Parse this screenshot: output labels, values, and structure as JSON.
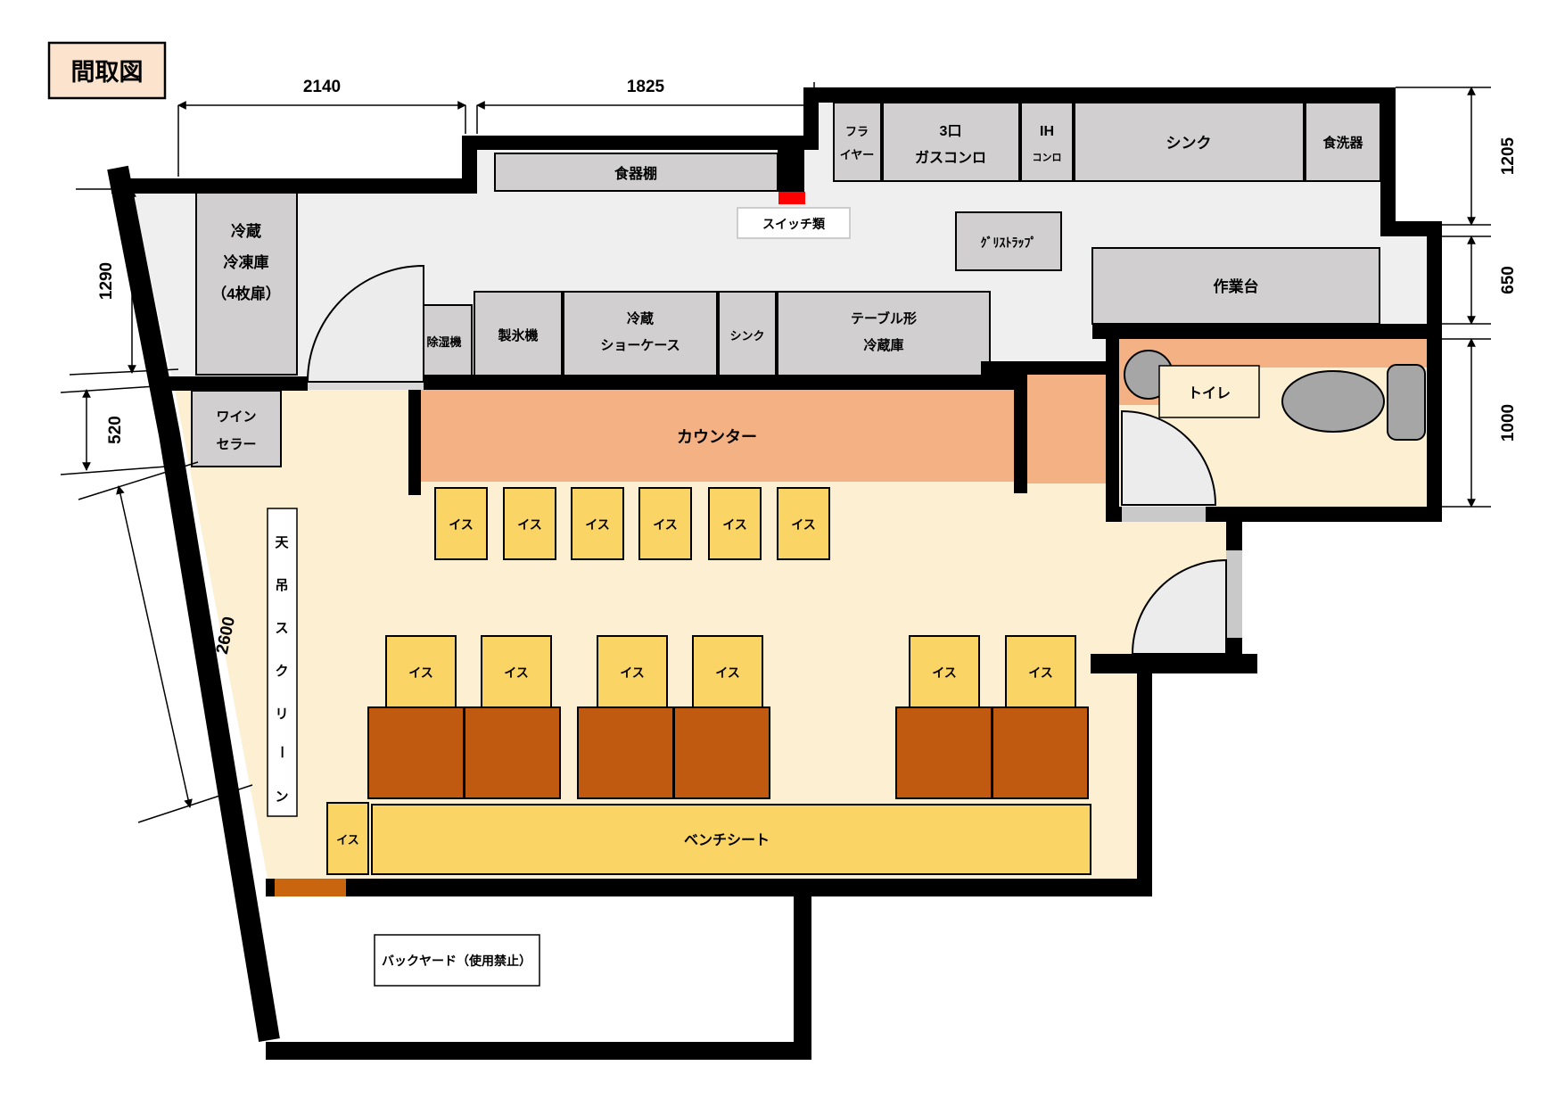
{
  "title": "間取図",
  "kitchen": {
    "cupboard": "食器棚",
    "fryer": [
      "フラ",
      "イヤー"
    ],
    "gas_stove": [
      "3口",
      "ガスコンロ"
    ],
    "ih_stove": [
      "IH",
      "コンロ"
    ],
    "sink": "シンク",
    "dishwasher": "食洗器",
    "switches": "スイッチ類",
    "grease_trap": "ｸﾞﾘｽﾄﾗｯﾌﾟ",
    "work_table": "作業台",
    "fridge_freezer": [
      "冷蔵",
      "冷凍庫",
      "（4枚扉）"
    ],
    "dehumidifier": "除湿機",
    "ice_maker": "製氷機",
    "showcase": [
      "冷蔵",
      "ショーケース"
    ],
    "sink2": "シンク",
    "table_fridge": [
      "テーブル形",
      "冷蔵庫"
    ]
  },
  "dining": {
    "wine_cellar": [
      "ワイン",
      "セラー"
    ],
    "counter": "カウンター",
    "chair": "イス",
    "bench": "ベンチシート",
    "screen": "天吊スクリーン",
    "screen_chars": [
      "天",
      "吊",
      "ス",
      "ク",
      "リ",
      "ー",
      "ン"
    ]
  },
  "toilet": "トイレ",
  "backyard": "バックヤード（使用禁止）",
  "dimensions": {
    "top_left": "2140",
    "top_mid": "1825",
    "right_top": "1205",
    "right_mid": "650",
    "right_low": "1000",
    "left_top": "1290",
    "left_mid": "520",
    "left_diag": "2600"
  },
  "colors": {
    "wall": "#000000",
    "kitchen_floor": "#EFEFEF",
    "dining_floor": "#FCEFD2",
    "equipment_gray": "#D1CFCF",
    "counter_orange": "#F4B183",
    "chair_yellow": "#FBD466",
    "table_brown": "#C05A11",
    "title_bg": "#FBE3CE",
    "switch_red": "#FF0000",
    "fixture_gray": "#A6A6A6",
    "door_leaf": "#ECECEC"
  }
}
